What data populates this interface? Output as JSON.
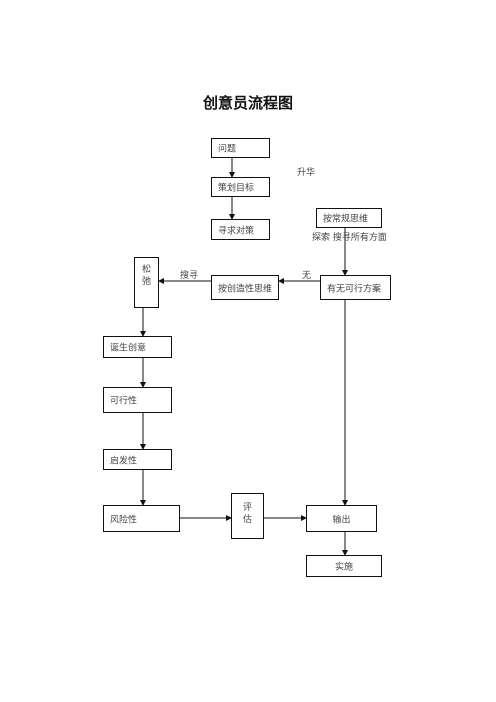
{
  "title": "创意员流程图",
  "nodes": {
    "wenti": "问题",
    "cehua": "策划目标",
    "xunqiu": "寻求对策",
    "changgui": "按常规思维",
    "youwu": "有无可行方案",
    "chuangzao": "按创造性思维",
    "songchi": "松弛",
    "dansheng": "诞生创意",
    "kexing": "可行性",
    "qifa": "启发性",
    "fengxian": "风险性",
    "pinggu": "评估",
    "shuchu": "输出",
    "shishi": "实施"
  },
  "labels": {
    "shenghua": "升华",
    "tansuo": "探索 搜寻所有方面",
    "sousun": "搜寻",
    "wu": "无"
  }
}
